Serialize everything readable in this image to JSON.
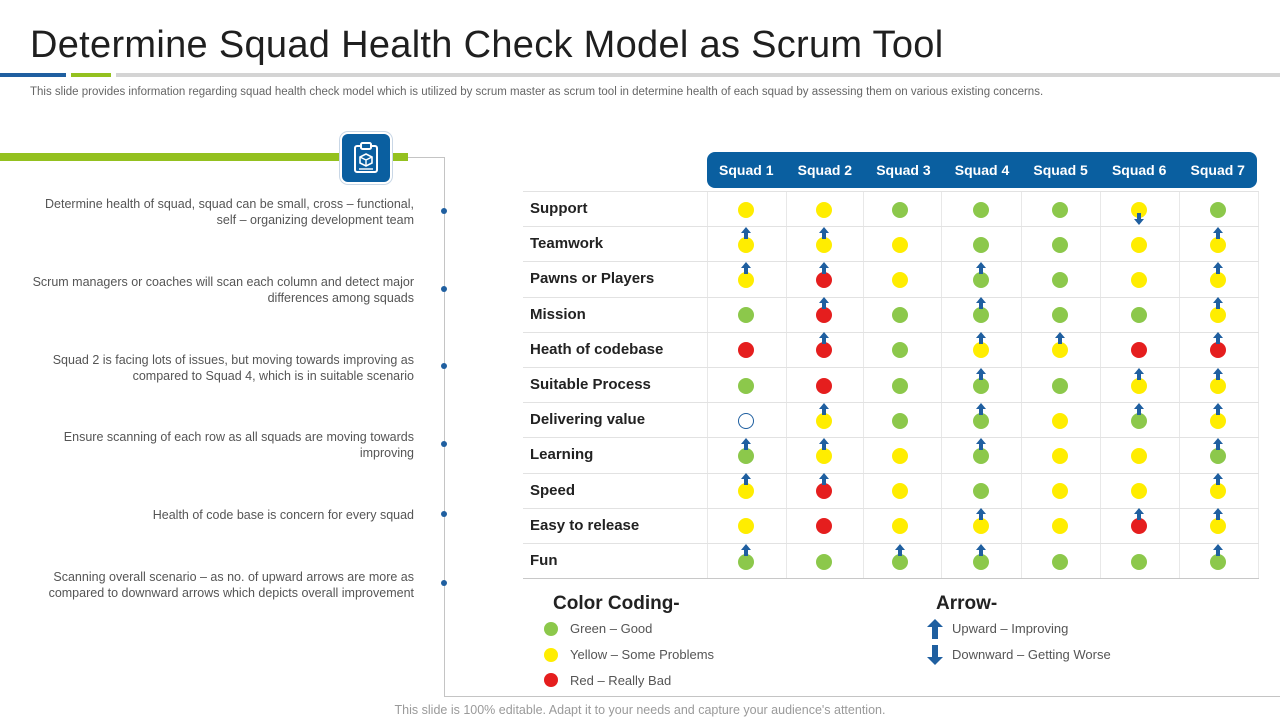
{
  "title": "Determine Squad Health Check Model as Scrum Tool",
  "subtitle": "This slide provides information regarding squad health check model which is utilized by scrum master as scrum tool in determine health of each squad by assessing them on various existing concerns.",
  "icon": "clipboard-box-icon",
  "points": [
    "Determine health of squad, squad can be small, cross – functional, self – organizing development team",
    "Scrum managers or coaches will scan each column and detect major differences among squads",
    "Squad 2 is facing lots of issues, but moving towards improving as compared to Squad 4, which is in suitable scenario",
    "Ensure scanning of each row as all squads are moving towards improving",
    "Health of code base is concern for every squad",
    "Scanning overall scenario – as no. of upward arrows are more as compared to downward arrows which depicts overall improvement"
  ],
  "squads": [
    "Squad 1",
    "Squad 2",
    "Squad 3",
    "Squad 4",
    "Squad 5",
    "Squad 6",
    "Squad 7"
  ],
  "colors": {
    "G": "#8cc84b",
    "Y": "#ffed00",
    "R": "#e51e1e",
    "brand": "#0a5fa0",
    "accent": "#94c11f"
  },
  "rows": [
    {
      "label": "Support",
      "cells": [
        "Y",
        "Y",
        "G",
        "G",
        "G",
        "Y-down",
        "G"
      ]
    },
    {
      "label": "Teamwork",
      "cells": [
        "Y-up",
        "Y-up",
        "Y",
        "G",
        "G",
        "Y",
        "Y-up"
      ]
    },
    {
      "label": "Pawns or Players",
      "cells": [
        "Y-up",
        "R-up",
        "Y",
        "G-up",
        "G",
        "Y",
        "Y-up"
      ]
    },
    {
      "label": "Mission",
      "cells": [
        "G",
        "R-up",
        "G",
        "G-up",
        "G",
        "G",
        "Y-up"
      ]
    },
    {
      "label": "Heath of codebase",
      "cells": [
        "R",
        "R-up",
        "G",
        "Y-up",
        "Y-up",
        "R",
        "R-up"
      ]
    },
    {
      "label": "Suitable Process",
      "cells": [
        "G",
        "R",
        "G",
        "G-up",
        "G",
        "Y-up",
        "Y-up"
      ]
    },
    {
      "label": "Delivering value",
      "cells": [
        "O",
        "Y-up",
        "G",
        "G-up",
        "Y",
        "G-up",
        "Y-up"
      ]
    },
    {
      "label": "Learning",
      "cells": [
        "G-up",
        "Y-up",
        "Y",
        "G-up",
        "Y",
        "Y",
        "G-up"
      ]
    },
    {
      "label": "Speed",
      "cells": [
        "Y-up",
        "R-up",
        "Y",
        "G",
        "Y",
        "Y",
        "Y-up"
      ]
    },
    {
      "label": "Easy to release",
      "cells": [
        "Y",
        "R",
        "Y",
        "Y-up",
        "Y",
        "R-up",
        "Y-up"
      ]
    },
    {
      "label": "Fun",
      "cells": [
        "G-up",
        "G",
        "G-up",
        "G-up",
        "G",
        "G",
        "G-up"
      ]
    }
  ],
  "legend": {
    "color_heading": "Color Coding-",
    "green": "Green – Good",
    "yellow": "Yellow – Some Problems",
    "red": "Red – Really Bad",
    "arrow_heading": "Arrow-",
    "up": "Upward – Improving",
    "down": "Downward – Getting Worse"
  },
  "footer": "This slide is 100% editable. Adapt it to your needs and capture your audience's attention."
}
